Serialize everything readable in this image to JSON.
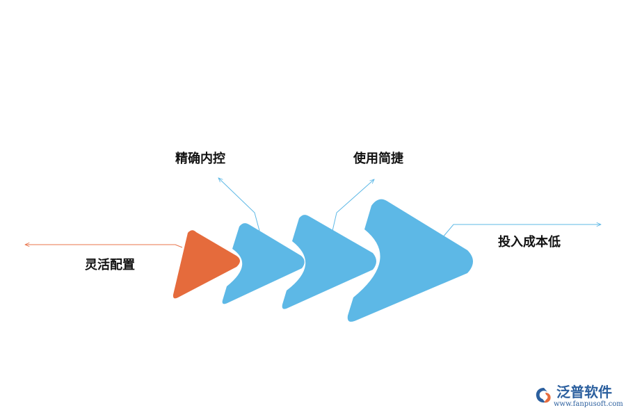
{
  "diagram": {
    "labels": {
      "flexible_config": "灵活配置",
      "precise_control": "精确内控",
      "easy_use": "使用简捷",
      "low_cost": "投入成本低"
    },
    "colors": {
      "orange": "#e56b3c",
      "blue": "#5db8e6",
      "orange_line": "#e8734a",
      "blue_line": "#5db8e6"
    }
  },
  "brand": {
    "name": "泛普软件",
    "url": "www.fanpusoft.com",
    "logo_icon": "fanpu-logo-icon"
  }
}
